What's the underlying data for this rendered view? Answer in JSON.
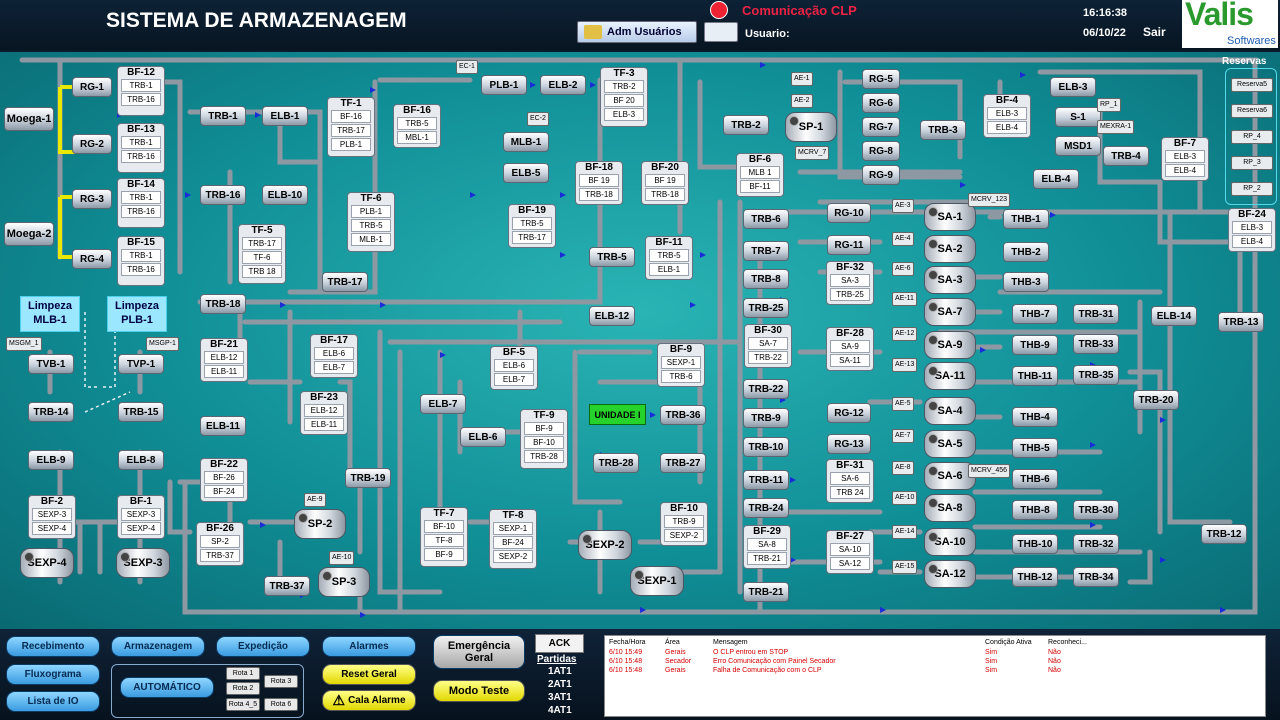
{
  "header": {
    "title": "SISTEMA DE ARMAZENAGEM",
    "adm_button": "Adm Usuários",
    "comm_status": "Comunicação CLP",
    "user_label": "Usuario:",
    "time": "16:16:38",
    "date": "06/10/22",
    "logout": "Sair",
    "logo_main": "Valis",
    "logo_sub": "Softwares"
  },
  "plant": {
    "sources": [
      "Moega-1",
      "Moega-2"
    ],
    "reservas_title": "Reservas",
    "reservas": [
      "Reserva5",
      "Reserva6",
      "RP_4",
      "RP_3",
      "RP_2"
    ],
    "limpeza": [
      "Limpeza MLB-1",
      "Limpeza PLB-1"
    ],
    "unidade": "UNIDADE I"
  },
  "equipment": {
    "rg": [
      "RG-1",
      "RG-2",
      "RG-3",
      "RG-4",
      "RG-5",
      "RG-6",
      "RG-7",
      "RG-8",
      "RG-9",
      "RG-10",
      "RG-11",
      "RG-12",
      "RG-13"
    ],
    "bins": [
      {
        "name": "BF-12",
        "items": [
          "TRB-1",
          "TRB-16"
        ]
      },
      {
        "name": "BF-13",
        "items": [
          "TRB-1",
          "TRB-16"
        ]
      },
      {
        "name": "BF-14",
        "items": [
          "TRB-1",
          "TRB-16"
        ]
      },
      {
        "name": "BF-15",
        "items": [
          "TRB-1",
          "TRB-16"
        ]
      },
      {
        "name": "TF-1",
        "items": [
          "BF-16",
          "TRB-17",
          "PLB-1"
        ]
      },
      {
        "name": "BF-16",
        "items": [
          "TRB-5",
          "MBL-1"
        ]
      },
      {
        "name": "TF-3",
        "items": [
          "TRB-2",
          "BF 20",
          "ELB-3"
        ]
      },
      {
        "name": "TF-6",
        "items": [
          "PLB-1",
          "TRB-5",
          "MLB-1"
        ]
      },
      {
        "name": "TF-5",
        "items": [
          "TRB-17",
          "TF-6",
          "TRB 18"
        ]
      },
      {
        "name": "BF-18",
        "items": [
          "BF 19",
          "TRB-18"
        ]
      },
      {
        "name": "BF-20",
        "items": [
          "BF 19",
          "TRB-18"
        ]
      },
      {
        "name": "BF-19",
        "items": [
          "TRB-5",
          "TRB-17"
        ]
      },
      {
        "name": "BF-6",
        "items": [
          "MLB 1",
          "BF-11"
        ]
      },
      {
        "name": "BF-11",
        "items": [
          "TRB-5",
          "ELB-1"
        ]
      },
      {
        "name": "BF-4",
        "items": [
          "ELB-3",
          "ELB-4"
        ]
      },
      {
        "name": "BF-7",
        "items": [
          "ELB-3",
          "ELB-4"
        ]
      },
      {
        "name": "BF-24",
        "items": [
          "ELB-3",
          "ELB-4"
        ]
      },
      {
        "name": "BF-21",
        "items": [
          "ELB-12",
          "ELB-11"
        ]
      },
      {
        "name": "BF-17",
        "items": [
          "ELB-6",
          "ELB-7"
        ]
      },
      {
        "name": "BF-23",
        "items": [
          "ELB-12",
          "ELB-11"
        ]
      },
      {
        "name": "BF-5",
        "items": [
          "ELB-6",
          "ELB-7"
        ]
      },
      {
        "name": "BF-9",
        "items": [
          "SEXP-1",
          "TRB-6"
        ]
      },
      {
        "name": "TF-9",
        "items": [
          "BF-9",
          "BF-10",
          "TRB-28"
        ]
      },
      {
        "name": "BF-22",
        "items": [
          "BF-26",
          "BF-24"
        ]
      },
      {
        "name": "BF-26",
        "items": [
          "SP-2",
          "TRB-37"
        ]
      },
      {
        "name": "TF-7",
        "items": [
          "BF-10",
          "TF-8",
          "BF-9"
        ]
      },
      {
        "name": "TF-8",
        "items": [
          "SEXP-1",
          "BF-24",
          "SEXP-2"
        ]
      },
      {
        "name": "BF-10",
        "items": [
          "TRB-9",
          "SEXP-2"
        ]
      },
      {
        "name": "BF-2",
        "items": [
          "SEXP-3",
          "SEXP-4"
        ]
      },
      {
        "name": "BF-1",
        "items": [
          "SEXP-3",
          "SEXP-4"
        ]
      },
      {
        "name": "BF-32",
        "items": [
          "SA-3",
          "TRB-25"
        ]
      },
      {
        "name": "BF-30",
        "items": [
          "SA-7",
          "TRB-22"
        ]
      },
      {
        "name": "BF-28",
        "items": [
          "SA-9",
          "SA-11"
        ]
      },
      {
        "name": "BF-31",
        "items": [
          "SA-6",
          "TRB 24"
        ]
      },
      {
        "name": "BF-29",
        "items": [
          "SA-8",
          "TRB-21"
        ]
      },
      {
        "name": "BF-27",
        "items": [
          "SA-10",
          "SA-12"
        ]
      }
    ],
    "conveyors": [
      "TRB-1",
      "ELB-1",
      "TRB-16",
      "ELB-10",
      "TRB-17",
      "TRB-18",
      "PLB-1",
      "ELB-2",
      "MLB-1",
      "ELB-5",
      "TRB-5",
      "ELB-12",
      "TRB-2",
      "TRB-3",
      "ELB-3",
      "S-1",
      "MSD1",
      "TRB-4",
      "ELB-4",
      "TRB-6",
      "TRB-7",
      "TRB-8",
      "TRB-25",
      "TRB-22",
      "TRB-9",
      "TRB-10",
      "TRB-11",
      "TRB-24",
      "TRB-21",
      "THB-1",
      "THB-2",
      "THB-3",
      "THB-7",
      "THB-9",
      "THB-11",
      "THB-4",
      "THB-5",
      "THB-6",
      "THB-8",
      "THB-10",
      "THB-12",
      "TRB-31",
      "TRB-33",
      "TRB-35",
      "TRB-20",
      "TRB-30",
      "TRB-32",
      "TRB-34",
      "TRB-12",
      "TRB-13",
      "ELB-14",
      "TVB-1",
      "TVP-1",
      "TRB-14",
      "TRB-15",
      "ELB-9",
      "ELB-8",
      "ELB-11",
      "ELB-7",
      "ELB-6",
      "TRB-19",
      "TRB-36",
      "TRB-27",
      "TRB-28",
      "TRB-37"
    ],
    "silos": [
      "SA-1",
      "SA-2",
      "SA-3",
      "SA-7",
      "SA-9",
      "SA-11",
      "SA-4",
      "SA-5",
      "SA-6",
      "SA-8",
      "SA-10",
      "SA-12"
    ],
    "expeditions": [
      "SEXP-4",
      "SEXP-3",
      "SEXP-2",
      "SEXP-1"
    ],
    "aux": [
      "SP-1",
      "SP-2",
      "SP-3"
    ],
    "tags": [
      "EC-1",
      "EC-2",
      "AE-1",
      "AE-2",
      "MCRV_7",
      "RP_1",
      "MEXRA-1",
      "AE-3",
      "AE-4",
      "AE-6",
      "AE-11",
      "AE-12",
      "AE-13",
      "AE-5",
      "AE-7",
      "AE-8",
      "AE-10",
      "AE-14",
      "AE-15",
      "MCRV_123",
      "MCRV_456",
      "AE-9",
      "AE-10",
      "MSGM_1",
      "MSGP-1"
    ]
  },
  "footer": {
    "nav": [
      "Recebimento",
      "Armazenagem",
      "Expedição",
      "Fluxograma",
      "Lista de IO"
    ],
    "auto_label": "AUTOMÁTICO",
    "rotas": [
      "Rota 1",
      "Rota 2",
      "Rota 3",
      "Rota 4_5",
      "Rota 6"
    ],
    "alarmes": "Alarmes",
    "reset": "Reset Geral",
    "cala": "Cala Alarme",
    "emergencia": "Emergência Geral",
    "modo_teste": "Modo Teste",
    "ack": "ACK",
    "partidas_title": "Partidas",
    "partidas": [
      "1AT1",
      "2AT1",
      "3AT1",
      "4AT1"
    ],
    "alarm_cols": [
      "Fecha/Hora",
      "Área",
      "Mensagem",
      "Condição Ativa",
      "Reconheci..."
    ],
    "alarm_rows": [
      {
        "time": "6/10 15:49",
        "area": "Gerais",
        "msg": "O CLP entrou em STOP",
        "cond": "Sim",
        "ack": "Não"
      },
      {
        "time": "6/10 15:48",
        "area": "Secador",
        "msg": "Erro Comunicação com Painel Secador",
        "cond": "Sim",
        "ack": "Não"
      },
      {
        "time": "6/10 15:48",
        "area": "Gerais",
        "msg": "Falha de Comunicação com o CLP",
        "cond": "Sim",
        "ack": "Não"
      }
    ]
  },
  "colors": {
    "accent_red": "#e22244",
    "plant_bg": "#1aa3ab",
    "pipe": "#9aa3ad",
    "arrow": "#1a2bd8",
    "button_blue": "#3a9be0",
    "button_yellow": "#e2d800"
  }
}
